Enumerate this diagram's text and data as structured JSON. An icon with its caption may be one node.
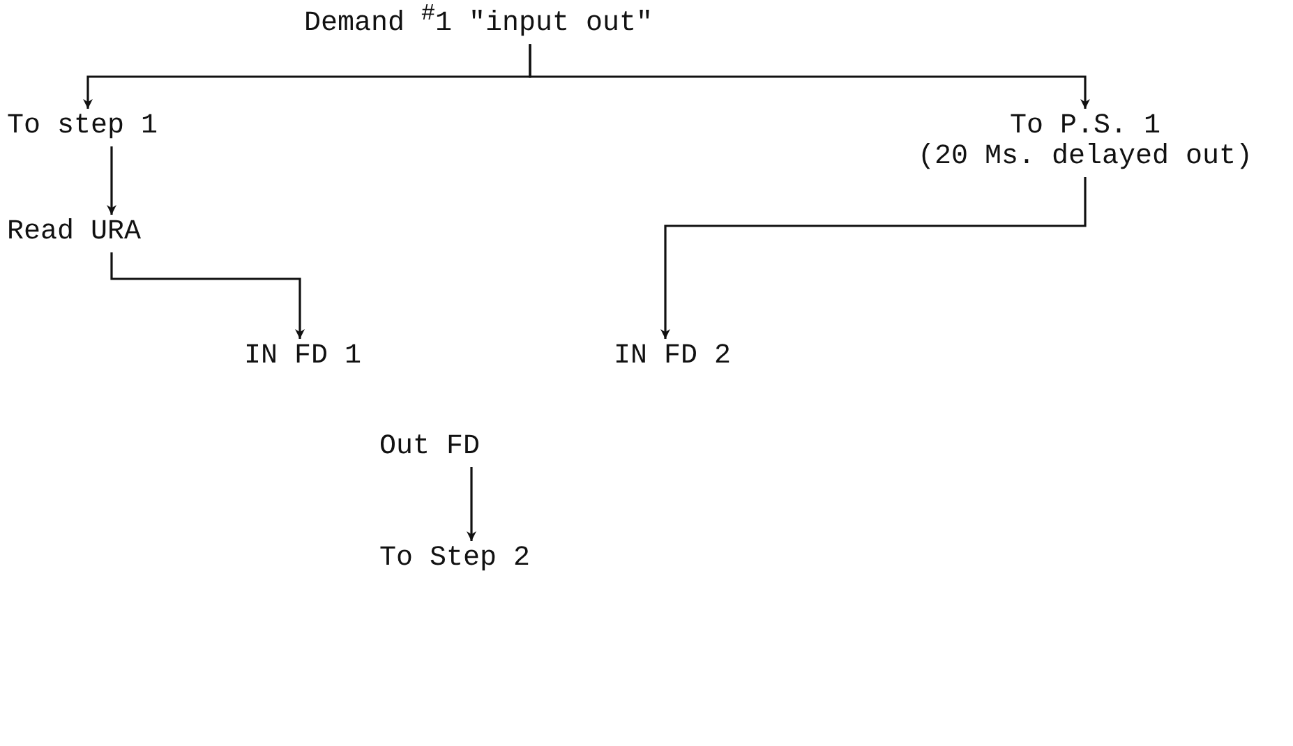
{
  "diagram": {
    "nodes": [
      {
        "text": [
          "Demand $^{#}$1 \"input out\""
        ]
      },
      {
        "text": [
          "To step 1"
        ]
      },
      {
        "text": [
          "To P.S. 1 (20 Ms. delayed out)"
        ]
      },
      {
        "text": [
          "Read URA"
        ]
      },
      {
        "text": [
          "IN FD 1"
        ]
      },
      {
        "text": [
          "IN FD 2"
        ]
      },
      {
        "text": [
          "Out FD"
        ]
      },
      {
        "text": [
          "To Step 2"
        ]
      }
    ],
    "edges": [
      {
        "from": 0,
        "to": 1,
        "arrow": "to"
      },
      {
        "from": 0,
        "to": 2,
        "arrow": "to"
      },
      {
        "from": 1,
        "to": 3,
        "arrow": "to"
      },
      {
        "from": 3,
        "to": 4,
        "arrow": "to"
      },
      {
        "from": 2,
        "to": 5,
        "arrow": "to"
      },
      {
        "from": 6,
        "to": 7,
        "arrow": "to"
      }
    ]
  }
}
